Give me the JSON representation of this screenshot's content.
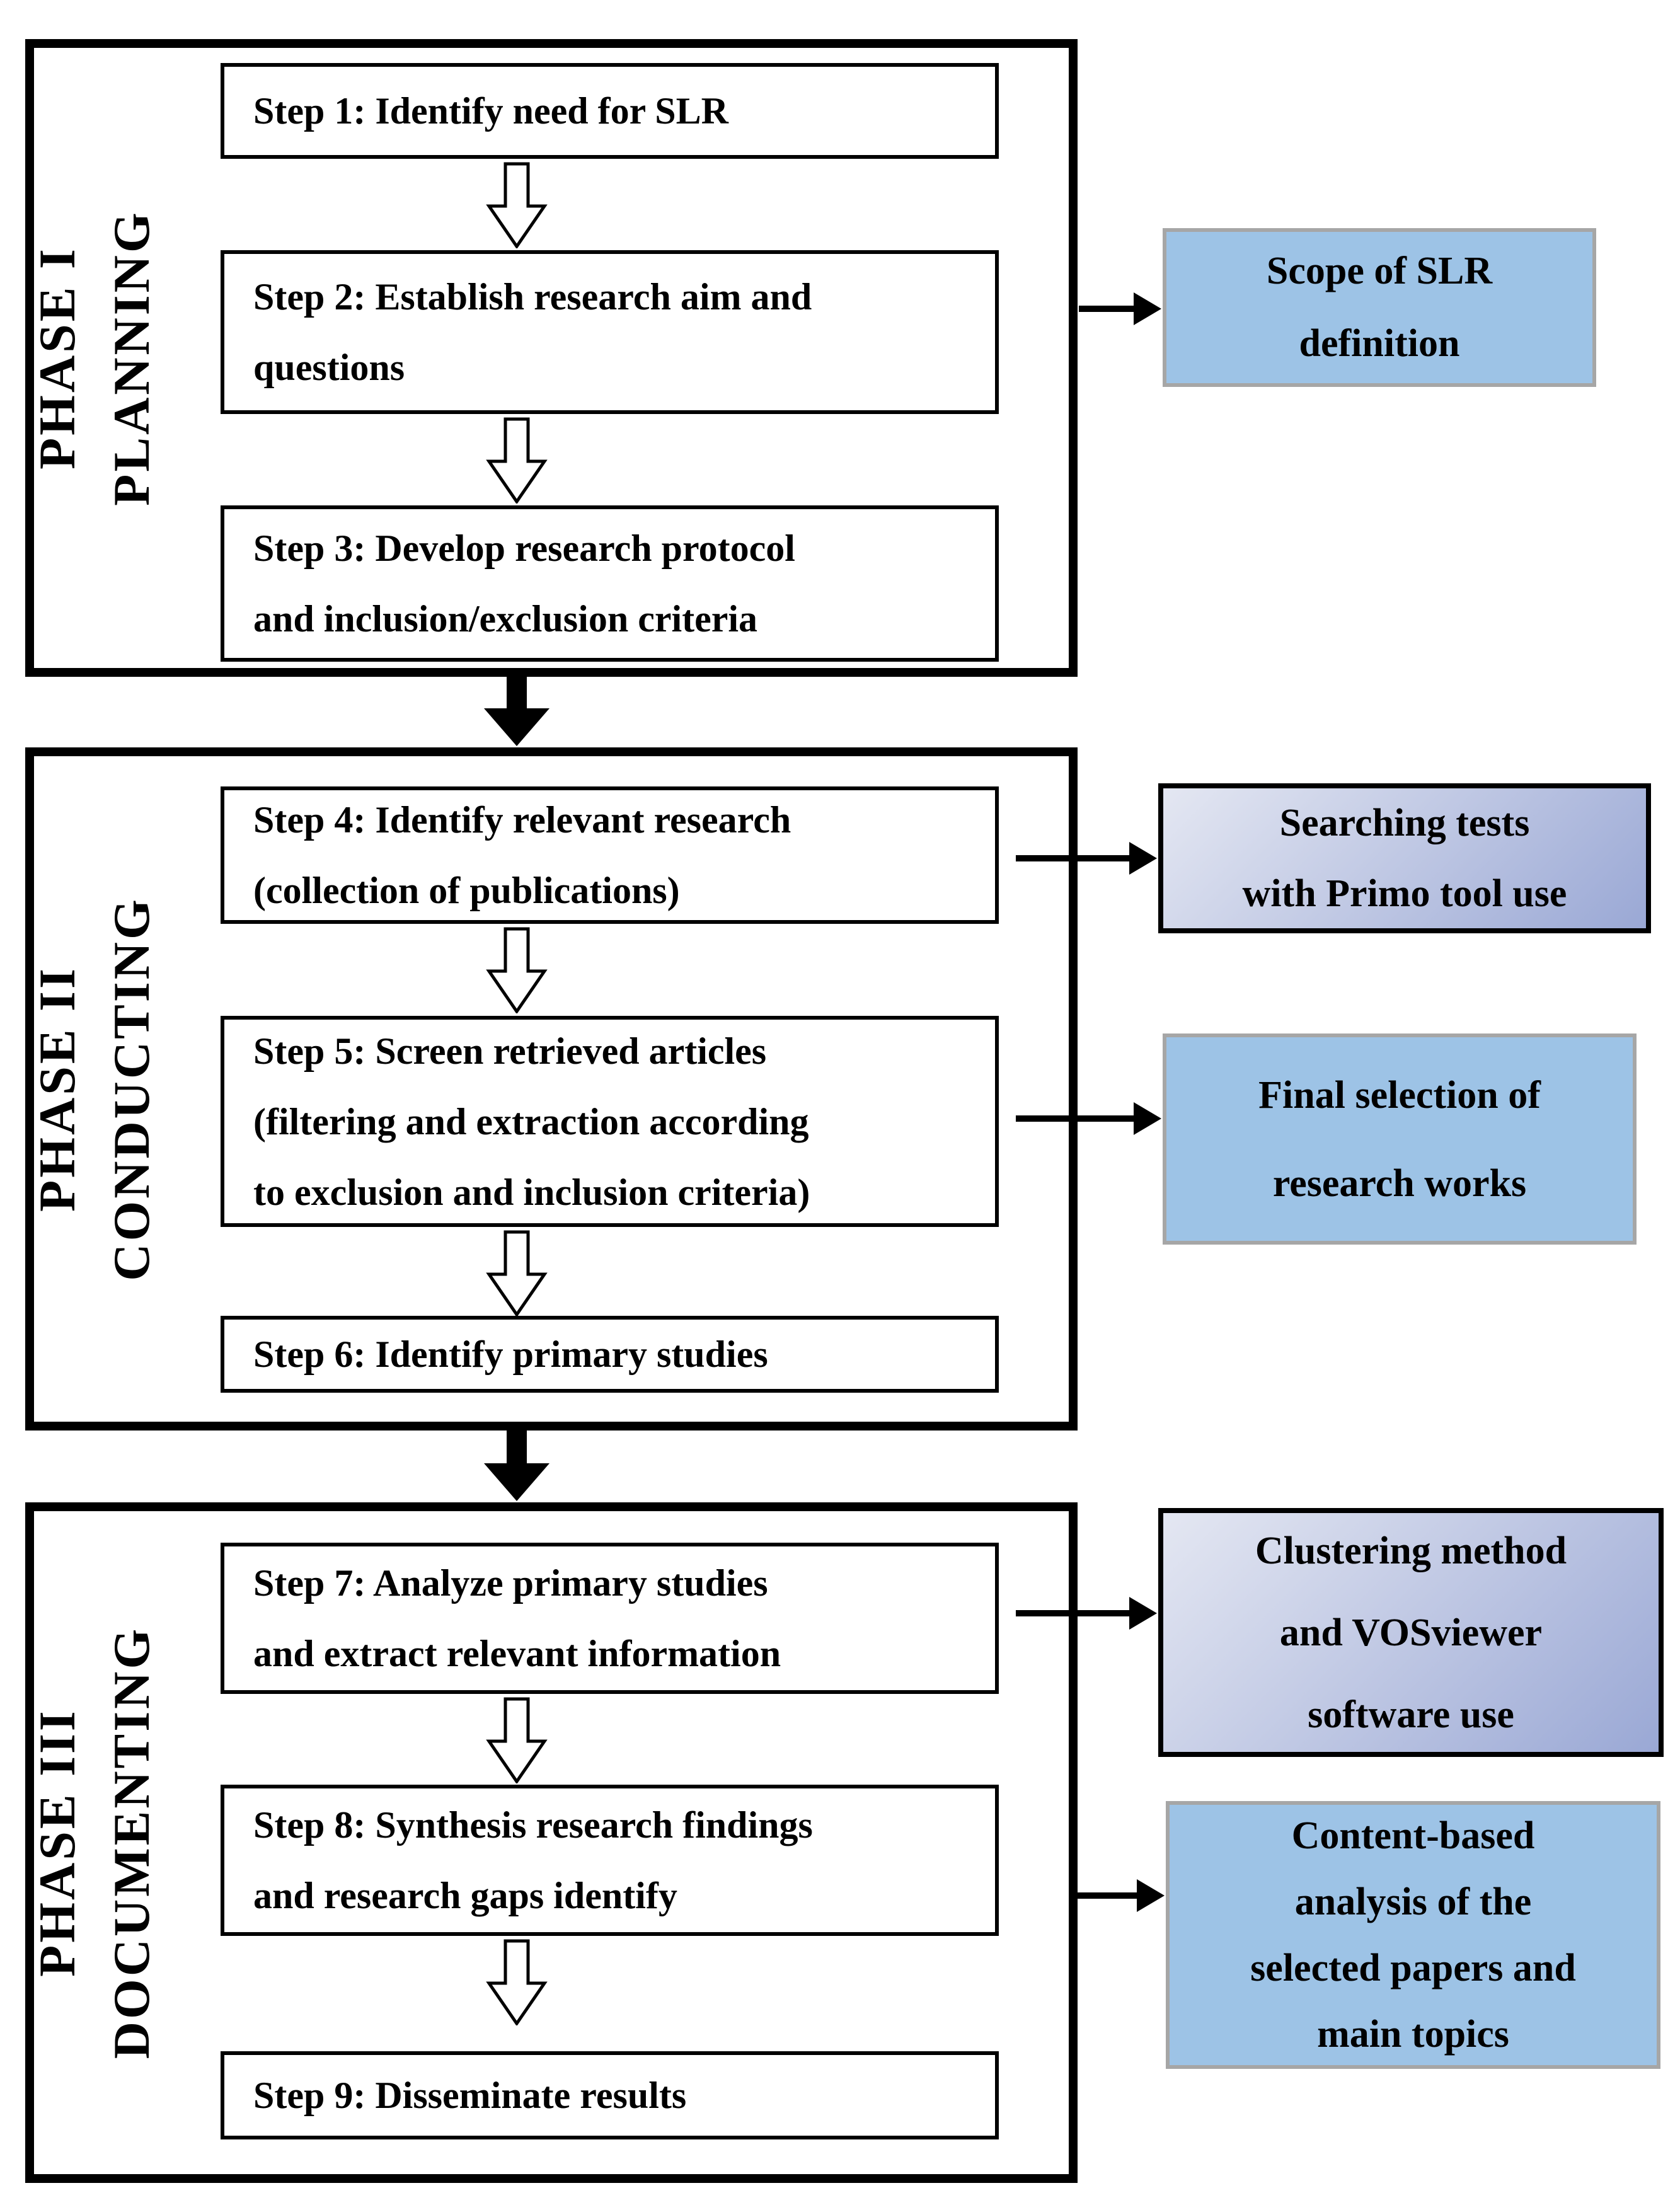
{
  "colors": {
    "box_blue": "#9dc3e6",
    "box_border_gray": "#a6a6a6",
    "grad_light": "#e4e7f2",
    "grad_dark": "#9aa8d5",
    "outline_black": "#000000",
    "background": "#ffffff"
  },
  "phases": [
    {
      "label_lines": [
        "PHASE I",
        "PLANNING"
      ],
      "steps": [
        {
          "lines": [
            "Step 1: Identify need for SLR"
          ]
        },
        {
          "lines": [
            "Step 2: Establish research aim and",
            "questions"
          ]
        },
        {
          "lines": [
            "Step 3: Develop research protocol",
            "and inclusion/exclusion criteria"
          ]
        }
      ]
    },
    {
      "label_lines": [
        "PHASE II",
        "CONDUCTING"
      ],
      "steps": [
        {
          "lines": [
            "Step 4: Identify relevant research",
            "(collection of publications)"
          ]
        },
        {
          "lines": [
            "Step 5: Screen retrieved articles",
            "(filtering and extraction according",
            "to exclusion and inclusion criteria)"
          ]
        },
        {
          "lines": [
            "Step 6: Identify primary studies"
          ]
        }
      ]
    },
    {
      "label_lines": [
        "PHASE III",
        "DOCUMENTING"
      ],
      "steps": [
        {
          "lines": [
            "Step 7: Analyze primary studies",
            "and extract relevant information"
          ]
        },
        {
          "lines": [
            "Step 8: Synthesis research findings",
            "and research gaps identify"
          ]
        },
        {
          "lines": [
            "Step 9: Disseminate results"
          ]
        }
      ]
    }
  ],
  "side_boxes": [
    {
      "style": "solid",
      "lines": [
        "Scope of SLR",
        "definition"
      ]
    },
    {
      "style": "gradient",
      "lines": [
        "Searching tests",
        "with Primo tool use"
      ]
    },
    {
      "style": "solid",
      "lines": [
        "Final selection of",
        "research works"
      ]
    },
    {
      "style": "gradient",
      "lines": [
        "Clustering method",
        "and VOSviewer",
        "software use"
      ]
    },
    {
      "style": "solid",
      "lines": [
        "Content-based",
        "analysis of the",
        "selected papers and",
        "main topics"
      ]
    }
  ]
}
